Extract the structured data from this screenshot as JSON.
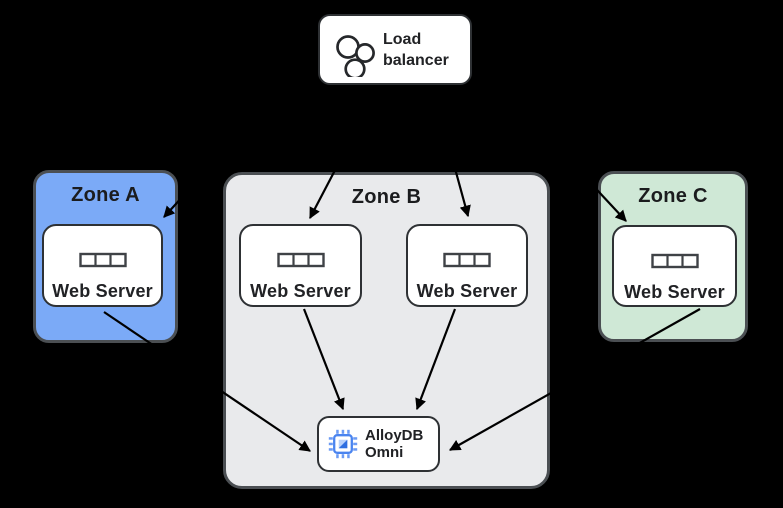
{
  "diagram": {
    "name": "load-balanced multi-zone architecture",
    "background": "#000000"
  },
  "load_balancer": {
    "label": "Load balancer",
    "icon": "load-balancer-circles-icon"
  },
  "zones": [
    {
      "label": "Zone A",
      "fill": "#7baaf7"
    },
    {
      "label": "Zone B",
      "fill": "#e9eaec"
    },
    {
      "label": "Zone C",
      "fill": "#cfe8d6"
    }
  ],
  "web_servers": [
    {
      "label": "Web Server",
      "zone": "Zone A"
    },
    {
      "label": "Web Server",
      "zone": "Zone B"
    },
    {
      "label": "Web Server",
      "zone": "Zone B"
    },
    {
      "label": "Web Server",
      "zone": "Zone C"
    }
  ],
  "database": {
    "label": "AlloyDB Omni",
    "icon": "alloydb-chip-icon"
  },
  "edges": [
    {
      "from": "load-balancer",
      "to": "web-server-zone-a"
    },
    {
      "from": "load-balancer",
      "to": "web-server-zone-b-1"
    },
    {
      "from": "load-balancer",
      "to": "web-server-zone-b-2"
    },
    {
      "from": "load-balancer",
      "to": "web-server-zone-c"
    },
    {
      "from": "web-server-zone-a",
      "to": "alloydb-omni"
    },
    {
      "from": "web-server-zone-b-1",
      "to": "alloydb-omni"
    },
    {
      "from": "web-server-zone-b-2",
      "to": "alloydb-omni"
    },
    {
      "from": "web-server-zone-c",
      "to": "alloydb-omni"
    }
  ],
  "colors": {
    "zone_a_fill": "#7baaf7",
    "zone_b_fill": "#e9eaec",
    "zone_c_fill": "#cfe8d6",
    "node_fill": "#ffffff",
    "node_border": "#2e3134",
    "zone_border": "#4b4f53",
    "arrow": "#000000",
    "icon_blue": "#4a84ef",
    "icon_blue_light": "#6b9bf4",
    "icon_blue_dark": "#2f6fe0",
    "icon_blue_pale": "#b8d1fb",
    "text": "#1d1e20"
  }
}
